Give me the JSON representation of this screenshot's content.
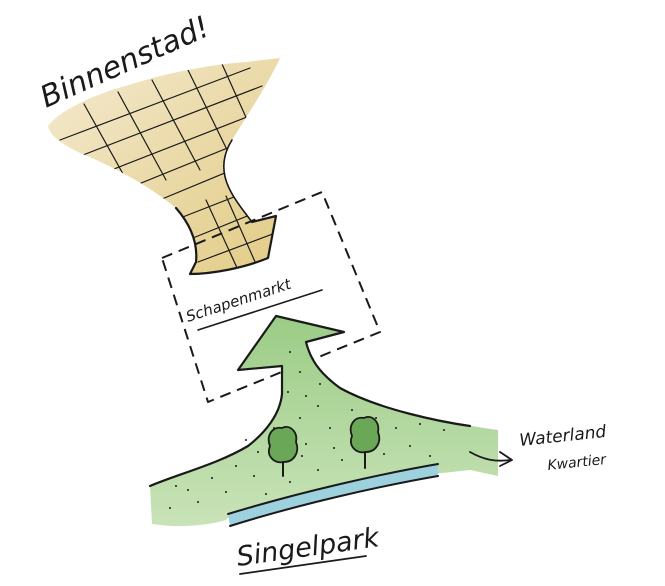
{
  "labels": {
    "binnenstad": "Binnenstad!",
    "schapenmarkt": "Schapenmarkt",
    "singelpark": "Singelpark",
    "waterland_line1": "Waterland",
    "waterland_line2": "Kwartier"
  },
  "colors": {
    "city_fill": "#ead9a6",
    "park_fill": "#9bcc86",
    "water": "#9ed1de",
    "tree": "#6aa857",
    "ink": "#1a1a1a"
  }
}
